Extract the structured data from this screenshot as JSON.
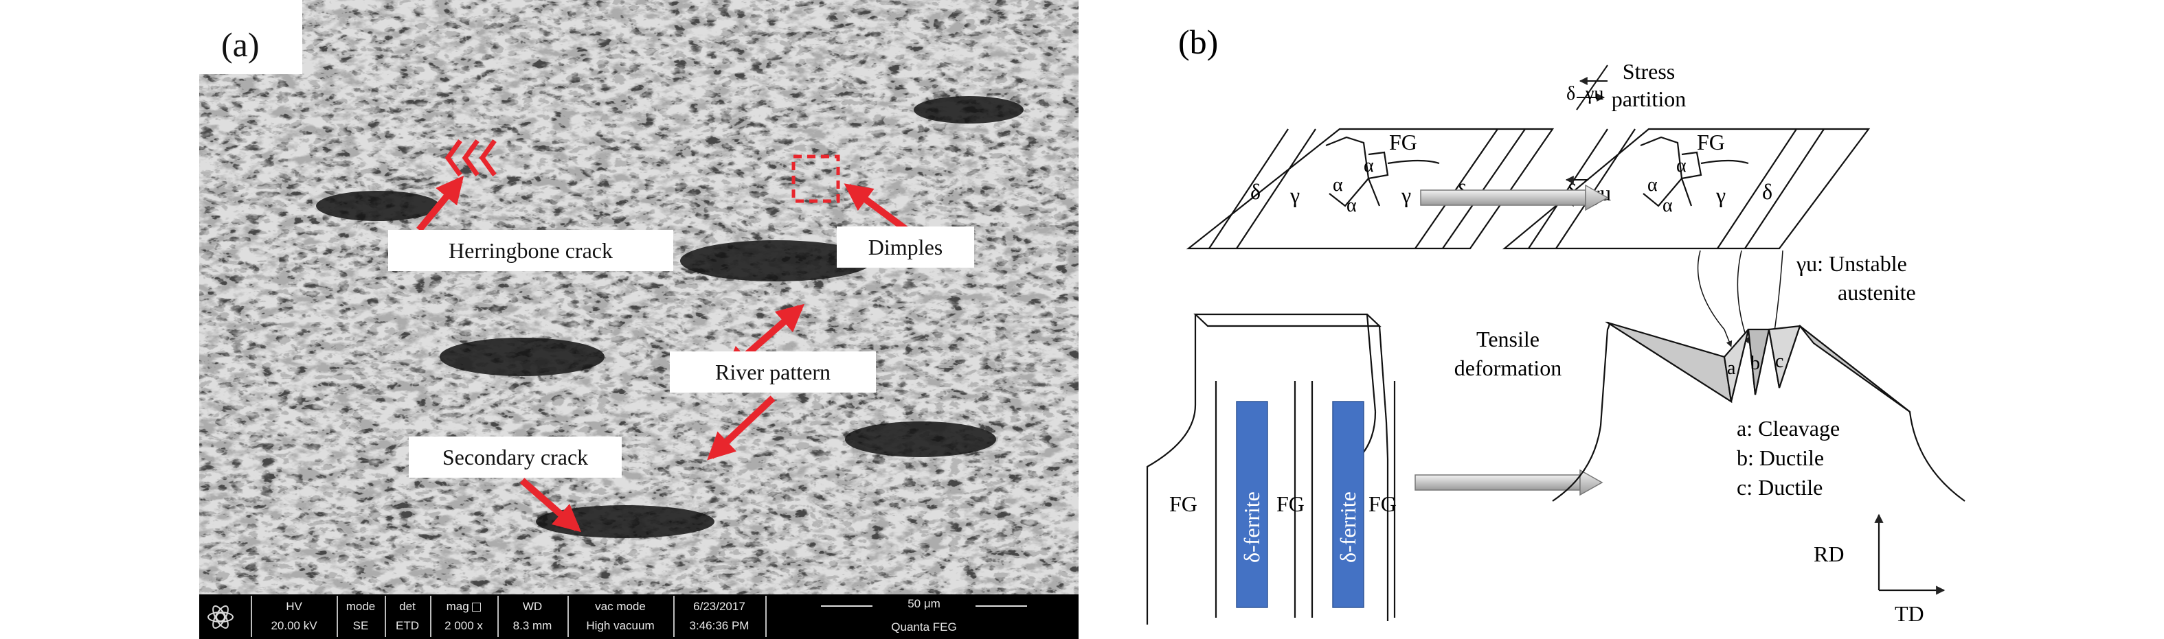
{
  "panel_a": {
    "label": "(a)",
    "callouts": {
      "herringbone": "Herringbone crack",
      "dimples": "Dimples",
      "river": "River pattern",
      "secondary": "Secondary crack"
    },
    "infobar": {
      "hv_label": "HV",
      "hv_value": "20.00 kV",
      "mode_label": "mode",
      "mode_value": "SE",
      "det_label": "det",
      "det_value": "ETD",
      "mag_label": "mag",
      "mag_value": "2 000 x",
      "wd_label": "WD",
      "wd_value": "8.3 mm",
      "vac_label": "vac mode",
      "vac_value": "High vacuum",
      "date": "6/23/2017",
      "time": "3:46:36 PM",
      "scale": "50 μm",
      "instrument": "Quanta FEG"
    },
    "arrow_color": "#e8262d"
  },
  "panel_b": {
    "label": "(b)",
    "stress_partition": [
      "Stress",
      "partition"
    ],
    "delta": "δ",
    "gamma": "γ",
    "alpha": "α",
    "gamma_u": "γu",
    "fg": "FG",
    "unstable": "γu: Unstable",
    "austenite": "austenite",
    "tensile": [
      "Tensile",
      "deformation"
    ],
    "delta_ferrite": "δ-ferrite",
    "fracture_marks": [
      "a",
      "b",
      "c"
    ],
    "legend": [
      "a: Cleavage",
      "b: Ductile",
      "c: Ductile"
    ],
    "axis_rd": "RD",
    "axis_td": "TD",
    "ferrite_color": "#4472c4"
  }
}
